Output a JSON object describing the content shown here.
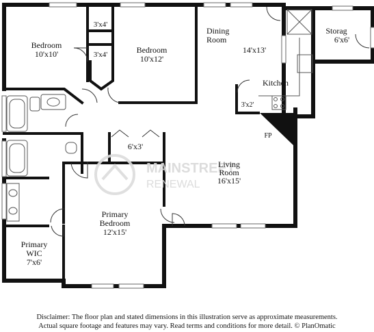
{
  "rooms": {
    "bedroom_2": {
      "name": "Bedroom",
      "size": "10'x10'"
    },
    "closet_top": {
      "size": "3'x4'"
    },
    "closet_mid": {
      "size": "3'x4'"
    },
    "bedroom_3": {
      "name": "Bedroom",
      "size": "10'x12'"
    },
    "dining": {
      "name": "Dining Room",
      "size": "14'x13'"
    },
    "storage": {
      "name": "Storag",
      "size": "6'x6'"
    },
    "kitchen": {
      "name": "Kitchen"
    },
    "pantry": {
      "size": "3'x2'"
    },
    "fireplace": {
      "name": "FP"
    },
    "closet_hall": {
      "size": "6'x3'"
    },
    "living": {
      "name": "Living Room",
      "size": "16'x15'"
    },
    "primary_bedroom": {
      "name": "Primary Bedroom",
      "size": "12'x15'"
    },
    "primary_wic": {
      "name": "Primary WIC",
      "size": "7'x6'"
    }
  },
  "watermark": {
    "line1": "MAINSTREET",
    "line2": "RENEWAL"
  },
  "disclaimer": {
    "line1": "Disclaimer: The floor plan and stated dimensions in this illustration serve as approximate measurements.",
    "line2": "Actual square footage and features may vary. Read terms and conditions for more detail. © PlanOmatic"
  },
  "colors": {
    "wall": "#111111",
    "fixture": "#555555",
    "window": "#666666"
  }
}
